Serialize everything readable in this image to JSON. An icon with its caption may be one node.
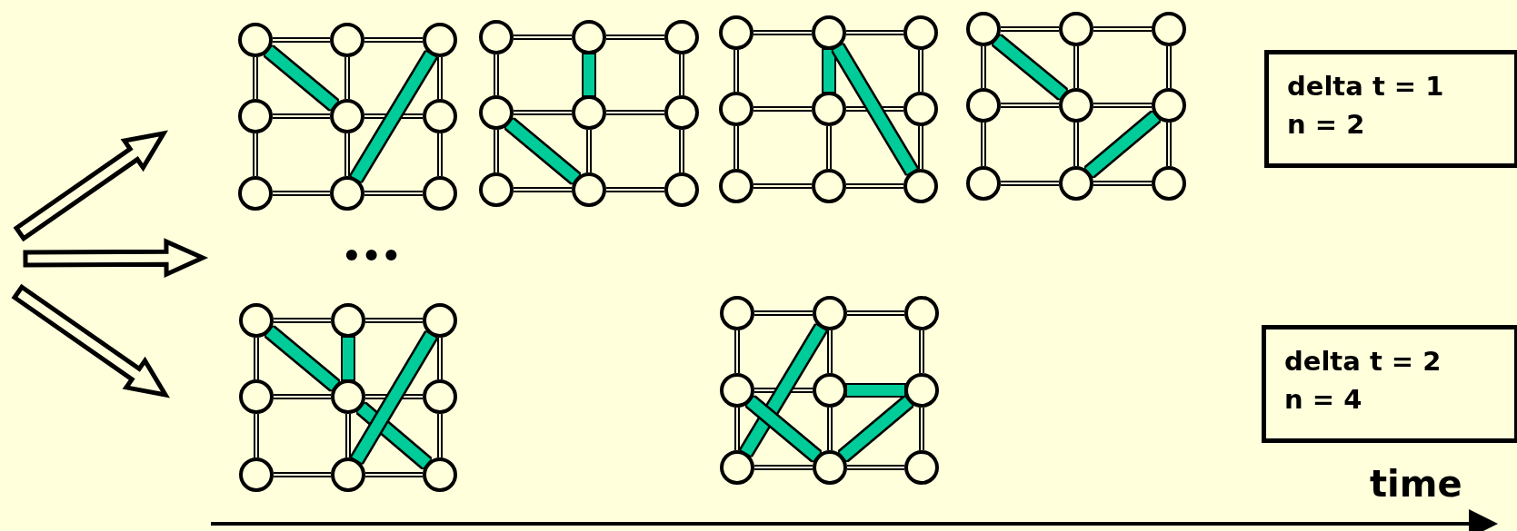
{
  "diagram": {
    "nodes": [
      {
        "text": [],
        "shape": "circle"
      },
      {
        "text": [],
        "shape": "circle"
      },
      {
        "text": [],
        "shape": "circle"
      },
      {
        "text": [],
        "shape": "circle"
      },
      {
        "text": [],
        "shape": "circle"
      },
      {
        "text": [],
        "shape": "circle"
      },
      {
        "text": [],
        "shape": "circle"
      },
      {
        "text": [],
        "shape": "circle"
      },
      {
        "text": [],
        "shape": "circle"
      },
      {
        "text": [],
        "shape": "circle"
      },
      {
        "text": [],
        "shape": "circle"
      },
      {
        "text": [],
        "shape": "circle"
      },
      {
        "text": [],
        "shape": "circle"
      },
      {
        "text": [],
        "shape": "circle"
      },
      {
        "text": [],
        "shape": "circle"
      },
      {
        "text": [],
        "shape": "circle"
      },
      {
        "text": [],
        "shape": "circle"
      },
      {
        "text": [],
        "shape": "circle"
      },
      {
        "text": [],
        "shape": "circle"
      },
      {
        "text": [],
        "shape": "circle"
      },
      {
        "text": [],
        "shape": "circle"
      },
      {
        "text": [],
        "shape": "circle"
      },
      {
        "text": [],
        "shape": "circle"
      },
      {
        "text": [],
        "shape": "circle"
      },
      {
        "text": [],
        "shape": "circle"
      },
      {
        "text": [],
        "shape": "circle"
      },
      {
        "text": [],
        "shape": "circle"
      },
      {
        "text": [],
        "shape": "circle"
      },
      {
        "text": [],
        "shape": "circle"
      },
      {
        "text": [],
        "shape": "circle"
      },
      {
        "text": [],
        "shape": "circle"
      },
      {
        "text": [],
        "shape": "circle"
      },
      {
        "text": [],
        "shape": "circle"
      },
      {
        "text": [],
        "shape": "circle"
      },
      {
        "text": [],
        "shape": "circle"
      },
      {
        "text": [],
        "shape": "circle"
      },
      {
        "text": [],
        "shape": "circle"
      },
      {
        "text": [],
        "shape": "circle"
      },
      {
        "text": [],
        "shape": "circle"
      },
      {
        "text": [],
        "shape": "circle"
      },
      {
        "text": [],
        "shape": "circle"
      },
      {
        "text": [],
        "shape": "circle"
      },
      {
        "text": [],
        "shape": "circle"
      },
      {
        "text": [],
        "shape": "circle"
      },
      {
        "text": [],
        "shape": "circle"
      },
      {
        "text": [],
        "shape": "circle"
      },
      {
        "text": [],
        "shape": "circle"
      },
      {
        "text": [],
        "shape": "circle"
      },
      {
        "text": [],
        "shape": "circle"
      },
      {
        "text": [],
        "shape": "circle"
      },
      {
        "text": [],
        "shape": "circle"
      },
      {
        "text": [],
        "shape": "circle"
      },
      {
        "text": [],
        "shape": "circle"
      },
      {
        "text": [],
        "shape": "circle"
      },
      {
        "text": [
          "delta t = 1",
          "n = 2"
        ]
      },
      {
        "text": [
          "delta t = 2",
          "n = 4"
        ]
      }
    ],
    "edges": [
      {
        "from": 0,
        "to": 1,
        "arrow": "none"
      },
      {
        "from": 1,
        "to": 2,
        "arrow": "none"
      },
      {
        "from": 3,
        "to": 4,
        "arrow": "none"
      },
      {
        "from": 4,
        "to": 5,
        "arrow": "none"
      },
      {
        "from": 6,
        "to": 7,
        "arrow": "none"
      },
      {
        "from": 7,
        "to": 8,
        "arrow": "none"
      },
      {
        "from": 0,
        "to": 3,
        "arrow": "none"
      },
      {
        "from": 3,
        "to": 6,
        "arrow": "none"
      },
      {
        "from": 1,
        "to": 4,
        "arrow": "none"
      },
      {
        "from": 4,
        "to": 7,
        "arrow": "none"
      },
      {
        "from": 2,
        "to": 5,
        "arrow": "none"
      },
      {
        "from": 5,
        "to": 8,
        "arrow": "none"
      },
      {
        "from": 0,
        "to": 4,
        "arrow": "none",
        "style": "thick",
        "color": "#00cc99"
      },
      {
        "from": 2,
        "to": 7,
        "arrow": "none",
        "style": "thick",
        "color": "#00cc99"
      },
      {
        "from": 9,
        "to": 10,
        "arrow": "none"
      },
      {
        "from": 10,
        "to": 11,
        "arrow": "none"
      },
      {
        "from": 12,
        "to": 13,
        "arrow": "none"
      },
      {
        "from": 13,
        "to": 14,
        "arrow": "none"
      },
      {
        "from": 15,
        "to": 16,
        "arrow": "none"
      },
      {
        "from": 16,
        "to": 17,
        "arrow": "none"
      },
      {
        "from": 9,
        "to": 12,
        "arrow": "none"
      },
      {
        "from": 12,
        "to": 15,
        "arrow": "none"
      },
      {
        "from": 10,
        "to": 13,
        "arrow": "none",
        "style": "thick",
        "color": "#00cc99"
      },
      {
        "from": 13,
        "to": 16,
        "arrow": "none"
      },
      {
        "from": 11,
        "to": 14,
        "arrow": "none"
      },
      {
        "from": 14,
        "to": 17,
        "arrow": "none"
      },
      {
        "from": 12,
        "to": 16,
        "arrow": "none",
        "style": "thick",
        "color": "#00cc99"
      },
      {
        "from": 18,
        "to": 19,
        "arrow": "none"
      },
      {
        "from": 19,
        "to": 20,
        "arrow": "none"
      },
      {
        "from": 21,
        "to": 22,
        "arrow": "none"
      },
      {
        "from": 22,
        "to": 23,
        "arrow": "none"
      },
      {
        "from": 24,
        "to": 25,
        "arrow": "none"
      },
      {
        "from": 25,
        "to": 26,
        "arrow": "none"
      },
      {
        "from": 18,
        "to": 21,
        "arrow": "none"
      },
      {
        "from": 21,
        "to": 24,
        "arrow": "none"
      },
      {
        "from": 19,
        "to": 22,
        "arrow": "none",
        "style": "thick",
        "color": "#00cc99"
      },
      {
        "from": 22,
        "to": 25,
        "arrow": "none"
      },
      {
        "from": 20,
        "to": 23,
        "arrow": "none"
      },
      {
        "from": 23,
        "to": 26,
        "arrow": "none"
      },
      {
        "from": 19,
        "to": 26,
        "arrow": "none",
        "style": "thick",
        "color": "#00cc99"
      },
      {
        "from": 27,
        "to": 28,
        "arrow": "none"
      },
      {
        "from": 28,
        "to": 29,
        "arrow": "none"
      },
      {
        "from": 30,
        "to": 31,
        "arrow": "none"
      },
      {
        "from": 31,
        "to": 32,
        "arrow": "none"
      },
      {
        "from": 33,
        "to": 34,
        "arrow": "none"
      },
      {
        "from": 34,
        "to": 35,
        "arrow": "none"
      },
      {
        "from": 27,
        "to": 30,
        "arrow": "none"
      },
      {
        "from": 30,
        "to": 33,
        "arrow": "none"
      },
      {
        "from": 28,
        "to": 31,
        "arrow": "none"
      },
      {
        "from": 31,
        "to": 34,
        "arrow": "none"
      },
      {
        "from": 29,
        "to": 32,
        "arrow": "none"
      },
      {
        "from": 32,
        "to": 35,
        "arrow": "none"
      },
      {
        "from": 27,
        "to": 31,
        "arrow": "none",
        "style": "thick",
        "color": "#00cc99"
      },
      {
        "from": 32,
        "to": 34,
        "arrow": "none",
        "style": "thick",
        "color": "#00cc99"
      },
      {
        "from": 36,
        "to": 37,
        "arrow": "none"
      },
      {
        "from": 37,
        "to": 38,
        "arrow": "none"
      },
      {
        "from": 39,
        "to": 40,
        "arrow": "none"
      },
      {
        "from": 40,
        "to": 41,
        "arrow": "none"
      },
      {
        "from": 42,
        "to": 43,
        "arrow": "none"
      },
      {
        "from": 43,
        "to": 44,
        "arrow": "none"
      },
      {
        "from": 36,
        "to": 39,
        "arrow": "none"
      },
      {
        "from": 39,
        "to": 42,
        "arrow": "none"
      },
      {
        "from": 37,
        "to": 40,
        "arrow": "none",
        "style": "thick",
        "color": "#00cc99"
      },
      {
        "from": 40,
        "to": 43,
        "arrow": "none"
      },
      {
        "from": 38,
        "to": 41,
        "arrow": "none"
      },
      {
        "from": 41,
        "to": 44,
        "arrow": "none"
      },
      {
        "from": 36,
        "to": 40,
        "arrow": "none",
        "style": "thick",
        "color": "#00cc99"
      },
      {
        "from": 40,
        "to": 44,
        "arrow": "none",
        "style": "thick",
        "color": "#00cc99"
      },
      {
        "from": 38,
        "to": 43,
        "arrow": "none",
        "style": "thick",
        "color": "#00cc99"
      },
      {
        "from": 45,
        "to": 46,
        "arrow": "none"
      },
      {
        "from": 46,
        "to": 47,
        "arrow": "none"
      },
      {
        "from": 48,
        "to": 49,
        "arrow": "none"
      },
      {
        "from": 49,
        "to": 50,
        "arrow": "none",
        "style": "thick",
        "color": "#00cc99"
      },
      {
        "from": 51,
        "to": 52,
        "arrow": "none"
      },
      {
        "from": 52,
        "to": 53,
        "arrow": "none"
      },
      {
        "from": 45,
        "to": 48,
        "arrow": "none"
      },
      {
        "from": 48,
        "to": 51,
        "arrow": "none"
      },
      {
        "from": 46,
        "to": 49,
        "arrow": "none"
      },
      {
        "from": 49,
        "to": 52,
        "arrow": "none"
      },
      {
        "from": 47,
        "to": 50,
        "arrow": "none"
      },
      {
        "from": 50,
        "to": 53,
        "arrow": "none"
      },
      {
        "from": 46,
        "to": 51,
        "arrow": "none",
        "style": "thick",
        "color": "#00cc99"
      },
      {
        "from": 48,
        "to": 52,
        "arrow": "none",
        "style": "thick",
        "color": "#00cc99"
      },
      {
        "from": 50,
        "to": 52,
        "arrow": "none",
        "style": "thick",
        "color": "#00cc99"
      }
    ],
    "labels": [
      "•••",
      "time"
    ]
  }
}
